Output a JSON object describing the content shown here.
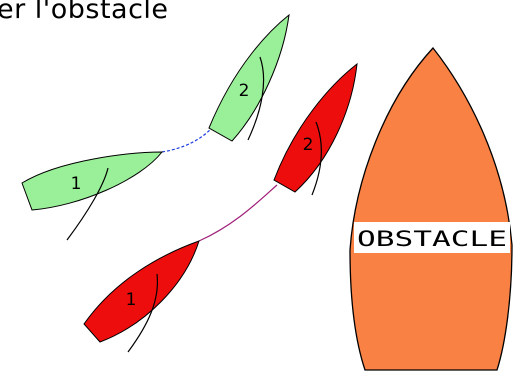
{
  "title": "er l'obstacle",
  "colors": {
    "green_boat": "#99f099",
    "red_boat": "#ee0d0d",
    "obstacle": "#f98144",
    "tether_green": "#1a3ddd",
    "tether_red": "#a0207a"
  },
  "boats": {
    "green": [
      {
        "label": "1"
      },
      {
        "label": "2"
      }
    ],
    "red": [
      {
        "label": "1"
      },
      {
        "label": "2"
      }
    ]
  },
  "obstacle": {
    "label": "OBSTACLE"
  }
}
